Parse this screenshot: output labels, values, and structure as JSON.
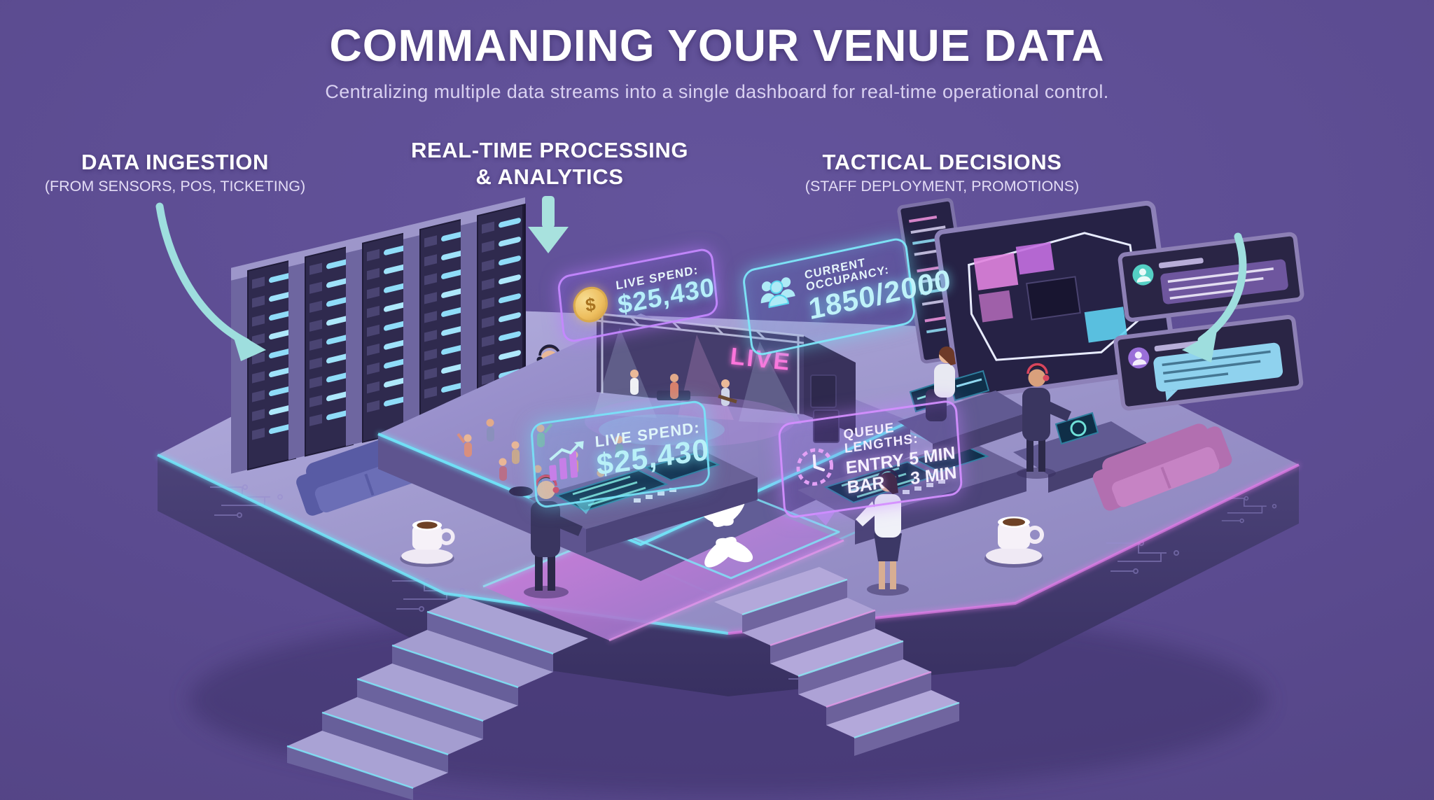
{
  "header": {
    "title": "COMMANDING YOUR VENUE DATA",
    "subtitle": "Centralizing multiple data streams into a single dashboard for real-time operational control."
  },
  "stages": {
    "ingestion": {
      "title": "DATA INGESTION",
      "note": "(FROM SENSORS, POS, TICKETING)"
    },
    "processing": {
      "line1": "REAL-TIME PROCESSING",
      "line2": "& ANALYTICS"
    },
    "decisions": {
      "title": "TACTICAL DECISIONS",
      "note": "(STAFF DEPLOYMENT, PROMOTIONS)"
    }
  },
  "hud": {
    "live_spend_top": {
      "label": "LIVE SPEND:",
      "value": "$25,430",
      "coin_glyph": "$",
      "icon": "dollar-coin-icon"
    },
    "occupancy": {
      "label": "CURRENT OCCUPANCY:",
      "value": "1850/2000",
      "icon": "people-group-icon"
    },
    "live_spend_bottom": {
      "label": "LIVE SPEND:",
      "value": "$25,430",
      "icon": "bar-chart-icon"
    },
    "queue": {
      "label": "QUEUE LENGTHS:",
      "icon": "clock-icon",
      "rows": [
        {
          "name": "ENTRY",
          "time": "5 MIN"
        },
        {
          "name": "BAR",
          "time": "3 MIN"
        }
      ]
    }
  },
  "scene": {
    "stage_sign": "LIVE"
  },
  "colors": {
    "background": "#5b4b90",
    "accent_cyan": "#6fe3f8",
    "accent_pink": "#e27ce8",
    "arrow_mint": "#9edede",
    "coin_gold": "#edbe5e"
  }
}
